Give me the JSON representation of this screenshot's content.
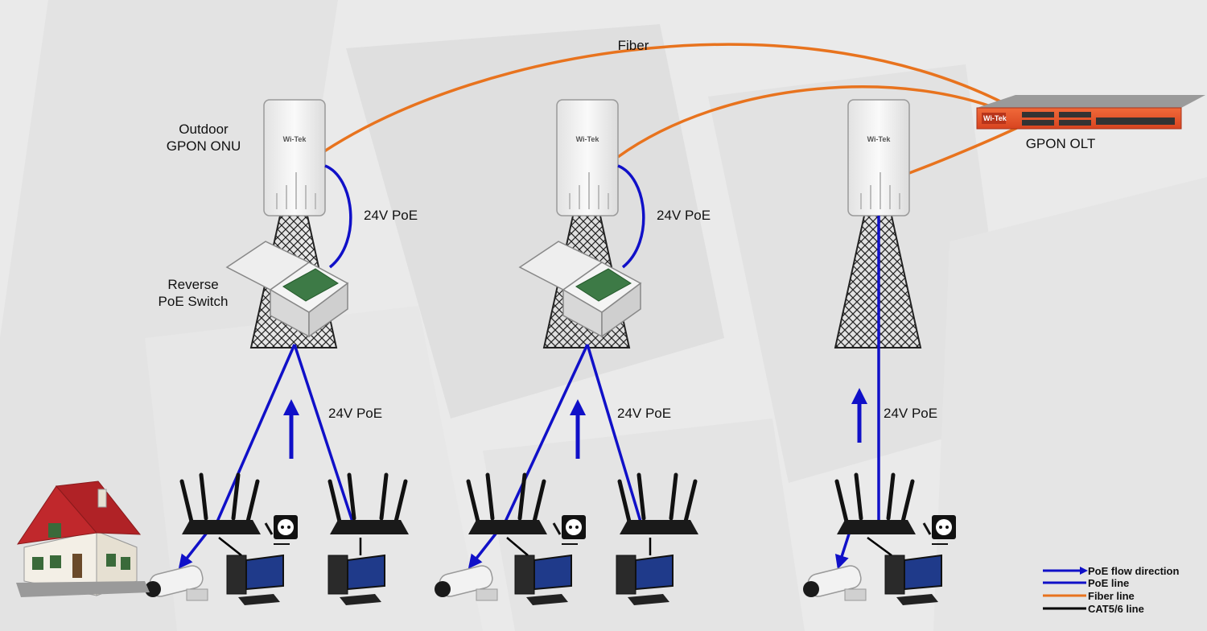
{
  "labels": {
    "fiber": "Fiber",
    "outdoor_onu": [
      "Outdoor",
      "GPON ONU"
    ],
    "reverse_poe_switch": [
      "Reverse",
      "PoE Switch"
    ],
    "gpon_olt": "GPON OLT",
    "poe_24v": "24V PoE",
    "brand": "Wi-Tek"
  },
  "legend": [
    {
      "label": "PoE flow direction",
      "kind": "arrow",
      "color": "#1010c8"
    },
    {
      "label": "PoE line",
      "kind": "line",
      "color": "#1010c8"
    },
    {
      "label": "Fiber line",
      "kind": "line",
      "color": "#e8731e"
    },
    {
      "label": "CAT5/6 line",
      "kind": "line",
      "color": "#000000"
    }
  ],
  "colors": {
    "poe": "#1010c8",
    "fiber": "#e8731e",
    "cat": "#000000",
    "olt": "#e8502a",
    "roof": "#c0282c"
  },
  "icons": [
    "onu-icon",
    "tower-icon",
    "reverse-poe-switch-icon",
    "router-icon",
    "power-socket-icon",
    "desktop-pc-icon",
    "ip-camera-icon",
    "house-icon",
    "gpon-olt-icon"
  ]
}
